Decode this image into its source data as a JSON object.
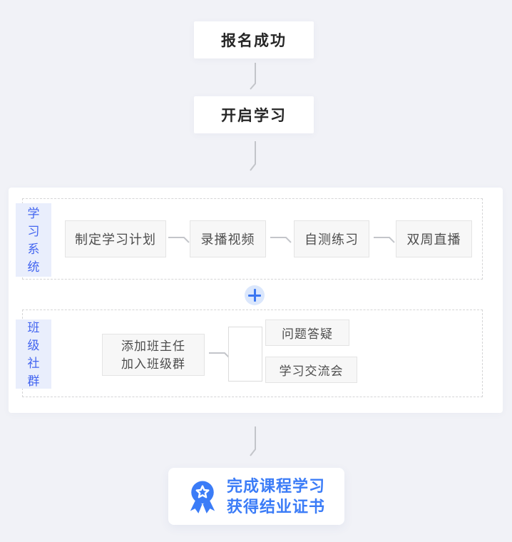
{
  "colors": {
    "background": "#f1f2f7",
    "accent_blue": "#3b7cf7",
    "section_label_text": "#4365f0",
    "section_label_bg": "#e9eefc",
    "step_box_bg": "#f7f7f7",
    "step_box_border": "#e4e4e4",
    "step_box_text": "#4d4d4d",
    "arrow_gray": "#c3c5ca",
    "dashed_border": "#d5d5d6"
  },
  "icons": {
    "plus": "plus-icon",
    "medal": "medal-badge-icon",
    "arrow_down": "arrow-down-icon",
    "arrow_right": "arrow-right-icon"
  },
  "flow": {
    "top_steps": [
      {
        "label": "报名成功"
      },
      {
        "label": "开启学习"
      }
    ],
    "sections": [
      {
        "label": "学习系统",
        "steps": [
          {
            "label": "制定学习计划"
          },
          {
            "label": "录播视频"
          },
          {
            "label": "自测练习"
          },
          {
            "label": "双周直播"
          }
        ]
      },
      {
        "label": "班级社群",
        "main_step": {
          "line1": "添加班主任",
          "line2": "加入班级群"
        },
        "branches": [
          {
            "label": "问题答疑"
          },
          {
            "label": "学习交流会"
          }
        ]
      }
    ],
    "result": {
      "line1": "完成课程学习",
      "line2": "获得结业证书"
    }
  }
}
